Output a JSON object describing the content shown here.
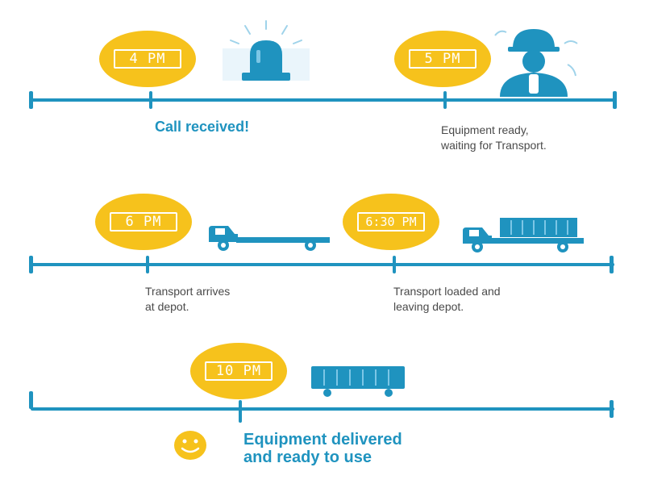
{
  "colors": {
    "accent": "#1f93bf",
    "badge": "#f6c21c",
    "text": "#4a4a4a"
  },
  "timeline": [
    {
      "time": "4 PM",
      "icon": "siren-icon",
      "caption": "Call received!"
    },
    {
      "time": "5 PM",
      "icon": "technician-icon",
      "caption": "Equipment ready,\nwaiting for Transport."
    },
    {
      "time": "6 PM",
      "icon": "truck-flatbed-icon",
      "caption": "Transport arrives\nat depot."
    },
    {
      "time": "6:30 PM",
      "icon": "truck-loaded-icon",
      "caption": "Transport loaded and\nleaving depot."
    },
    {
      "time": "10 PM",
      "icon": "cargo-unit-icon",
      "caption": "Equipment delivered\nand ready to use",
      "status_icon": "smiley-icon"
    }
  ]
}
